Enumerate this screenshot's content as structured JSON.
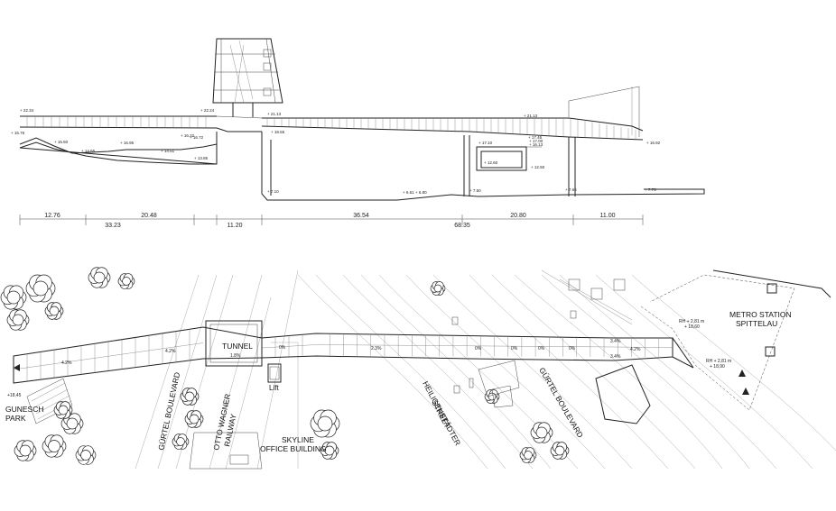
{
  "section": {
    "levels": [
      "+ 22.34",
      "+ 22.24",
      "+ 21.13",
      "+ 21.13",
      "+ 15.76",
      "+ 15.50",
      "+ 14.65",
      "+ 14.51",
      "+ 13.85",
      "+ 16.95",
      "+ 16.32",
      "+ 16.72",
      "+ 18.55",
      "+ 17.10",
      "+ 17.46",
      "+ 17.00",
      "+ 16.13",
      "+ 12.60",
      "+ 12.50",
      "+ 16.92",
      "+ 7.10",
      "+ 6.61",
      "+ 6.80",
      "+ 7.50",
      "+ 7.65",
      "+ 7.75"
    ],
    "dims_top": [
      "12.76",
      "20.48",
      "36.54",
      "20.80",
      "11.00"
    ],
    "dims_bottom": [
      "33.23",
      "11.20",
      "68.35"
    ]
  },
  "plan": {
    "labels": {
      "tunnel": "TUNNEL",
      "tunnel_slope": "1.8%",
      "lift": "Lift",
      "park_1": "GUNESCH",
      "park_2": "PARK",
      "gurtel_left_1": "GÜRTEL BOULEVARD",
      "railway_1": "OTTO WAGNER",
      "railway_2": "RAILWAY",
      "office_1": "SKYLINE",
      "office_2": "OFFICE BUILDING",
      "street_1": "HEILIGENSTÄDTER",
      "street_2": "STREET",
      "gurtel_right": "GÜRTEL BOULEVARD",
      "metro_1": "METRO STATION",
      "metro_2": "SPITTELAU",
      "start_level": "+18,45",
      "metro_level_1": "RH + 2,81 m",
      "metro_level_2": "+ 18,60",
      "metro_level_3": "RH + 2,81 m",
      "metro_level_4": "+ 18,90"
    },
    "slopes": [
      "4.2%",
      "4.2%",
      "0%",
      "2.3%",
      "0%",
      "0%",
      "0%",
      "0%",
      "3.4%",
      "4.2%",
      "3.4%"
    ]
  }
}
